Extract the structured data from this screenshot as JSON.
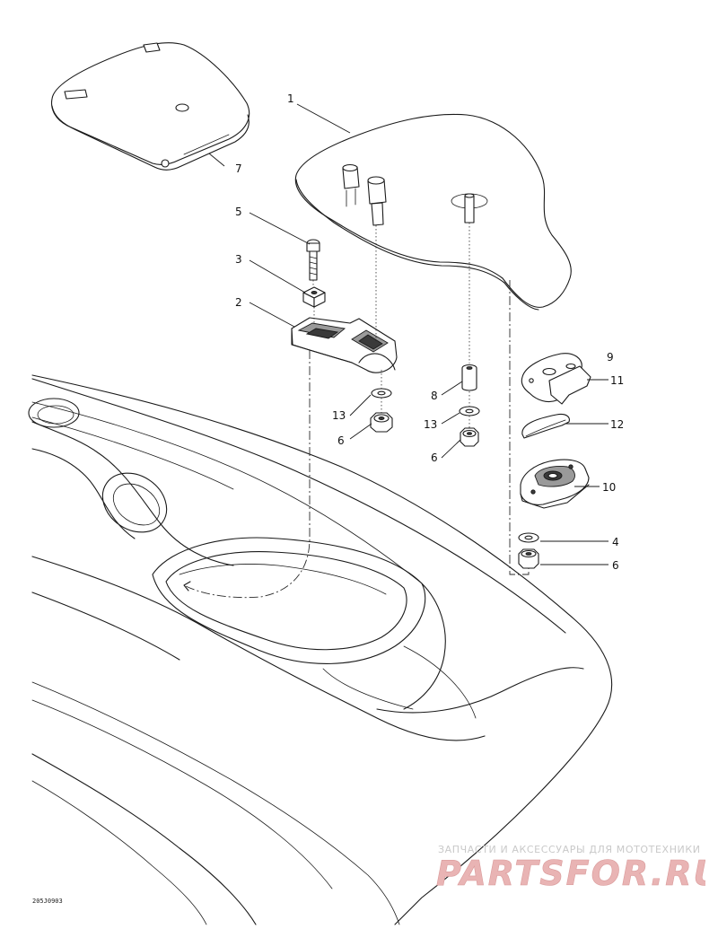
{
  "diagram": {
    "drawing_code": "205J0903",
    "callouts": [
      {
        "id": "c1",
        "label": "1"
      },
      {
        "id": "c2",
        "label": "2"
      },
      {
        "id": "c3",
        "label": "3"
      },
      {
        "id": "c4",
        "label": "4"
      },
      {
        "id": "c5",
        "label": "5"
      },
      {
        "id": "c6a",
        "label": "6"
      },
      {
        "id": "c6b",
        "label": "6"
      },
      {
        "id": "c6c",
        "label": "6"
      },
      {
        "id": "c7",
        "label": "7"
      },
      {
        "id": "c8",
        "label": "8"
      },
      {
        "id": "c9",
        "label": "9"
      },
      {
        "id": "c10",
        "label": "10"
      },
      {
        "id": "c11",
        "label": "11"
      },
      {
        "id": "c12",
        "label": "12"
      },
      {
        "id": "c13a",
        "label": "13"
      },
      {
        "id": "c13b",
        "label": "13"
      }
    ]
  },
  "watermark": {
    "tagline": "ЗАПЧАСТИ И АКСЕССУАРЫ ДЛЯ МОТОТЕХНИКИ",
    "logo_text": "PARTSFOR.RU",
    "color": "#e9b4b4"
  }
}
